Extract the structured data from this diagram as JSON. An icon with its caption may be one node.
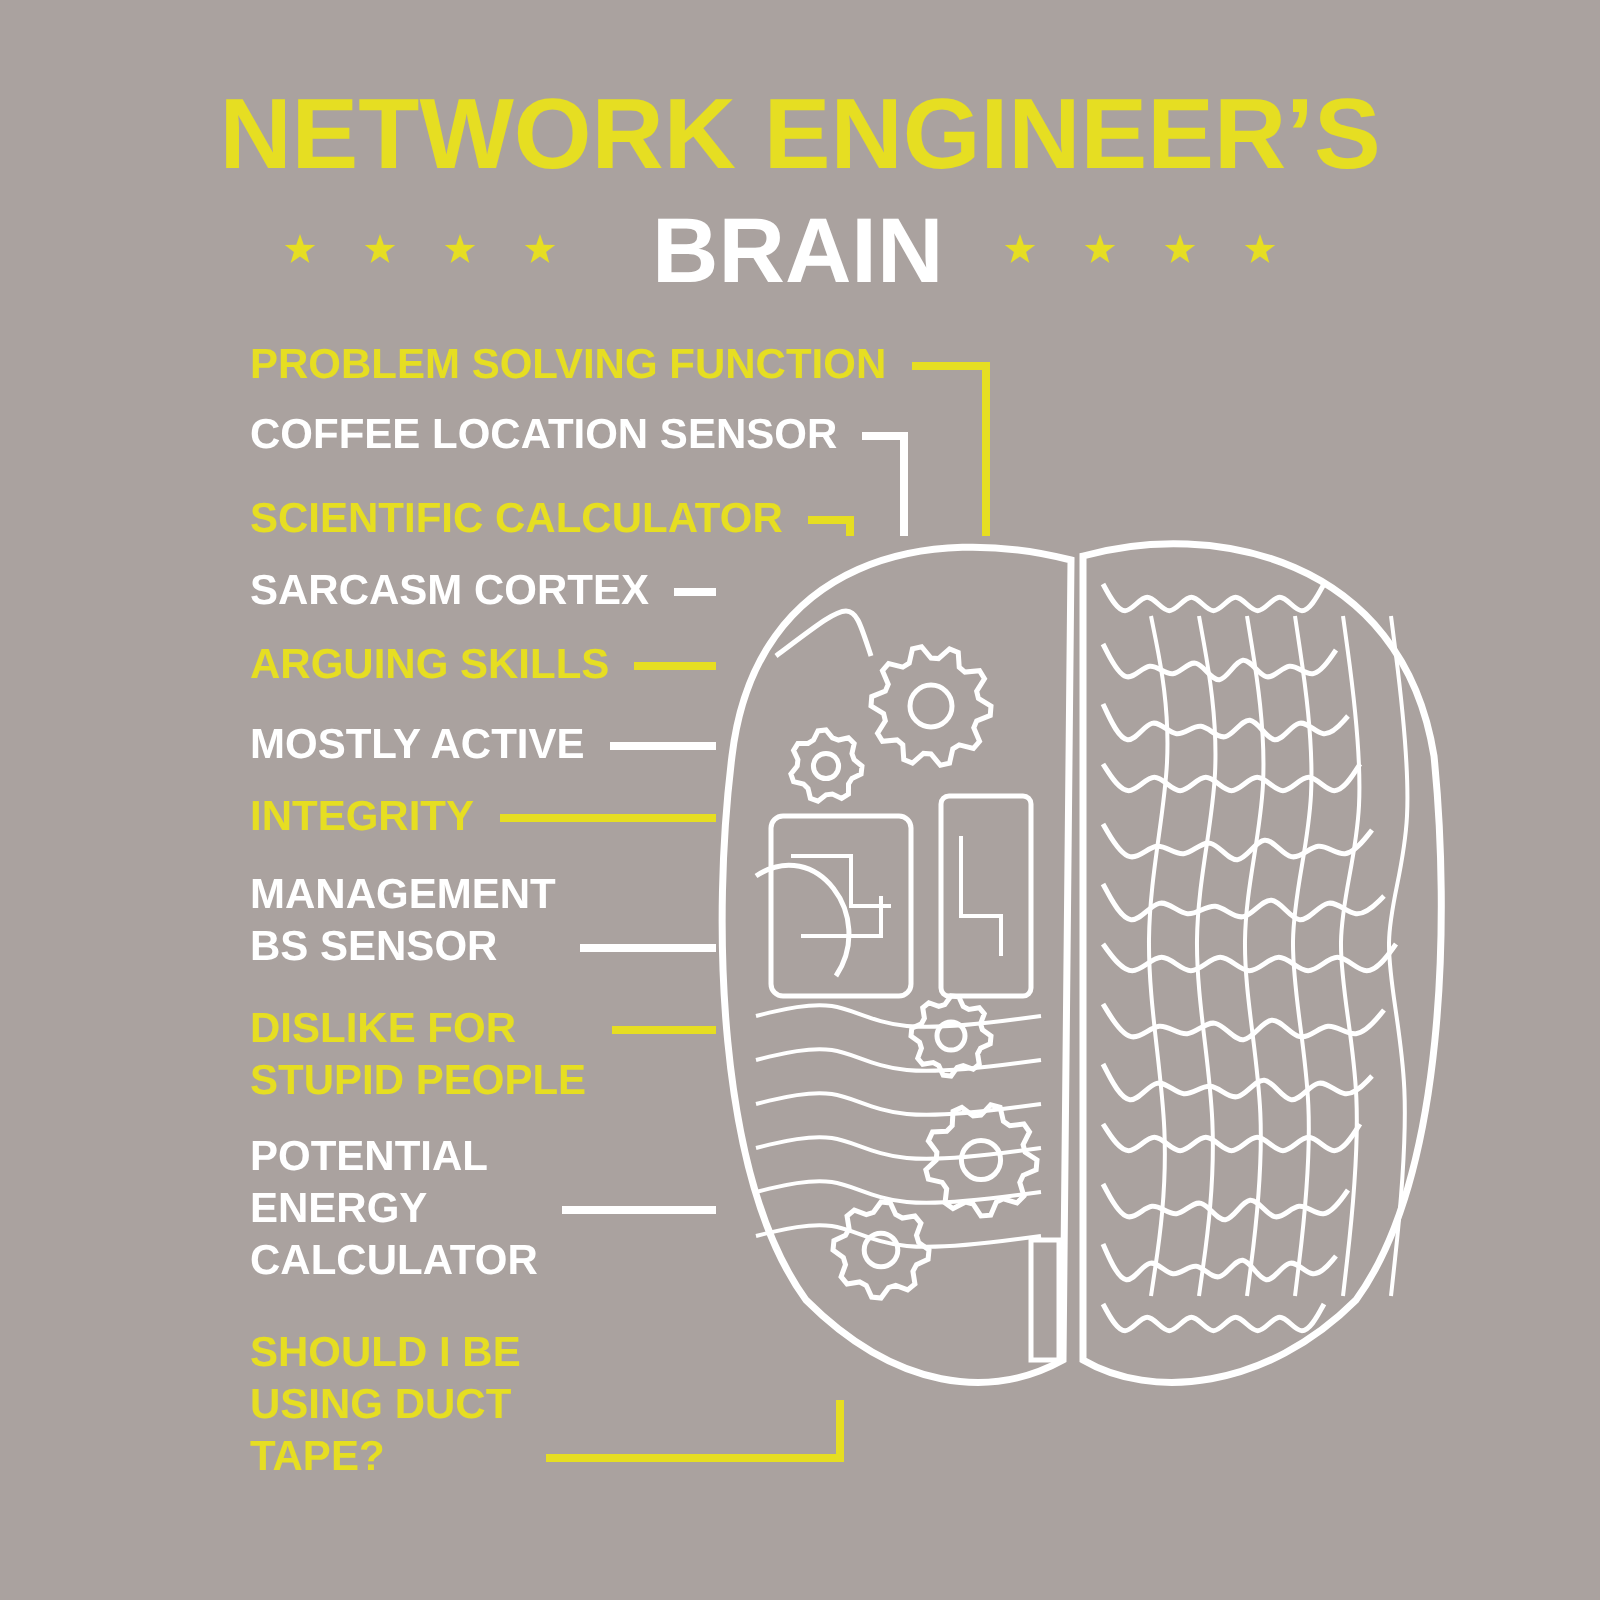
{
  "diagram": {
    "title": "NETWORK ENGINEER’S",
    "nodes": [
      {
        "text": [
          "PROBLEM SOLVING FUNCTION"
        ]
      },
      {
        "text": [
          "COFFEE LOCATION SENSOR"
        ]
      },
      {
        "text": [
          "SCIENTIFIC CALCULATOR"
        ]
      },
      {
        "text": [
          "SARCASM CORTEX"
        ]
      },
      {
        "text": [
          "ARGUING SKILLS"
        ]
      },
      {
        "text": [
          "MOSTLY ACTIVE"
        ]
      },
      {
        "text": [
          "INTEGRITY"
        ]
      },
      {
        "text": [
          "MANAGEMENT BS SENSOR"
        ]
      },
      {
        "text": [
          "DISLIKE FOR STUPID PEOPLE"
        ]
      },
      {
        "text": [
          "POTENTIAL ENERGY CALCULATOR"
        ]
      },
      {
        "text": [
          "SHOULD I BE USING DUCT TAPE?"
        ]
      },
      {
        "text": [],
        "shape": "picture"
      }
    ],
    "edges": [
      {
        "from": 0,
        "to": 11,
        "arrow": "none"
      },
      {
        "from": 1,
        "to": 11,
        "arrow": "none",
        "color": "#ffffff"
      },
      {
        "from": 2,
        "to": 11,
        "arrow": "none"
      },
      {
        "from": 3,
        "to": 11,
        "arrow": "none",
        "color": "#ffffff"
      },
      {
        "from": 4,
        "to": 11,
        "arrow": "none"
      },
      {
        "from": 5,
        "to": 11,
        "arrow": "none",
        "color": "#ffffff"
      },
      {
        "from": 6,
        "to": 11,
        "arrow": "none"
      },
      {
        "from": 7,
        "to": 11,
        "arrow": "none",
        "color": "#ffffff"
      },
      {
        "from": 8,
        "to": 11,
        "arrow": "none"
      },
      {
        "from": 9,
        "to": 11,
        "arrow": "none",
        "color": "#ffffff"
      },
      {
        "from": 10,
        "to": 11,
        "arrow": "none"
      }
    ],
    "labels": [
      "BRAIN"
    ]
  }
}
